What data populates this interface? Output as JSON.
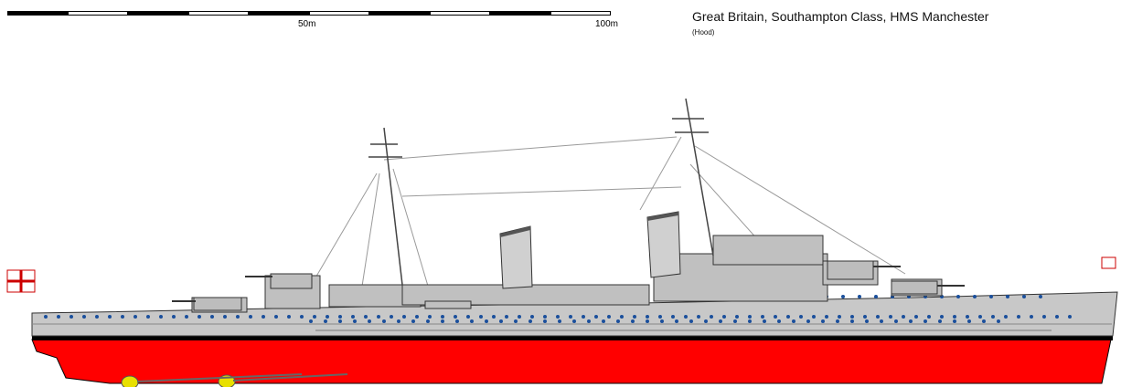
{
  "header": {
    "title": "Great Britain, Southampton Class, HMS Manchester",
    "credit": "(Hood)"
  },
  "scale_bar": {
    "label_mid": "50m",
    "label_end": "100m",
    "segments": 10
  },
  "colors": {
    "hull_grey": "#c8c8c8",
    "superstructure_grey": "#c0c0c0",
    "bottom_red": "#ff0000",
    "boot_black": "#000000",
    "porthole_blue": "#1a4f9c",
    "propeller_yellow": "#e8e000"
  }
}
